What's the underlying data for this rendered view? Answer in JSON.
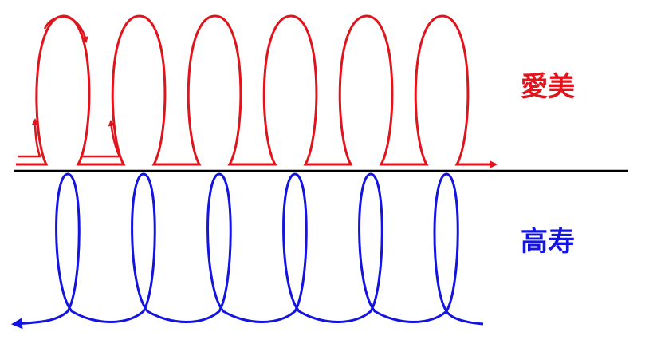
{
  "labels": {
    "top": "愛美",
    "bottom": "高寿"
  },
  "colors": {
    "top": "#e0141c",
    "bottom": "#1414e0",
    "axis": "#000000"
  },
  "loops": {
    "top_count": 6,
    "bottom_count": 6
  }
}
